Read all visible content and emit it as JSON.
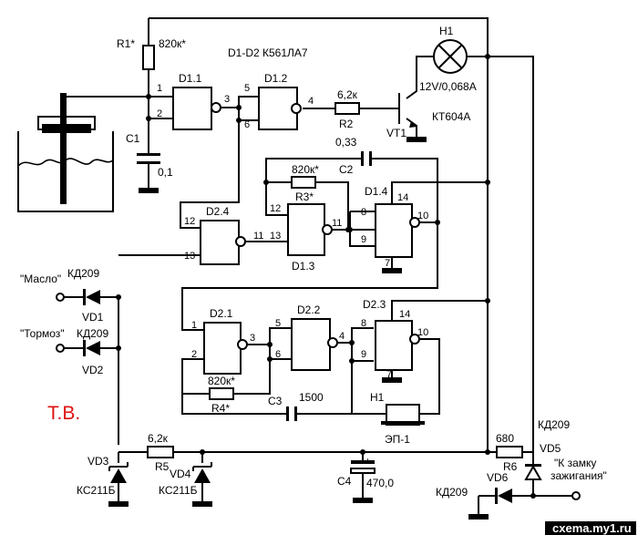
{
  "labels": {
    "r1": "R1*",
    "r1v": "820к*",
    "chip": "D1-D2 К561ЛА7",
    "d11": "D1.1",
    "d12": "D1.2",
    "d13": "D1.3",
    "d14": "D1.4",
    "d21": "D2.1",
    "d22": "D2.2",
    "d23": "D2.3",
    "d24": "D2.4",
    "h1": "H1",
    "h1v": "12V/0,068А",
    "r2v": "6,2к",
    "r2": "R2",
    "vt1": "VT1",
    "vt1v": "КТ604А",
    "c1": "C1",
    "c1v": "0,1",
    "c2v": "0,33",
    "c2": "C2",
    "r3v": "820к*",
    "r3": "R3*",
    "maslo": "\"Масло\"",
    "vd1v": "КД209",
    "vd1": "VD1",
    "tormoz": "\"Тормоз\"",
    "vd2v": "КД209",
    "vd2": "VD2",
    "r4v": "820к*",
    "r4": "R4*",
    "c3": "C3",
    "c3v": "1500",
    "h1b": "H1",
    "ep1": "ЭП-1",
    "tv": "Т.В.",
    "r5v": "6,2к",
    "r5": "R5",
    "vd3": "VD3",
    "vd3v": "КС211Б",
    "vd4": "VD4",
    "vd4v": "КС211Б",
    "c4": "C4",
    "c4v": "470,0",
    "plus": "+",
    "r6v": "680",
    "r6": "R6",
    "vd5v": "КД209",
    "vd5": "VD5",
    "vd6": "VD6",
    "vd6v": "КД209",
    "ign1": "\"К замку",
    "ign2": "зажигания\"",
    "watermark": "cxema.my1.ru"
  },
  "pins": {
    "p1": "1",
    "p2": "2",
    "p3": "3",
    "p4": "4",
    "p5": "5",
    "p6": "6",
    "p7": "7",
    "p8": "8",
    "p9": "9",
    "p10": "10",
    "p11": "11",
    "p12": "12",
    "p13": "13",
    "p14": "14"
  }
}
